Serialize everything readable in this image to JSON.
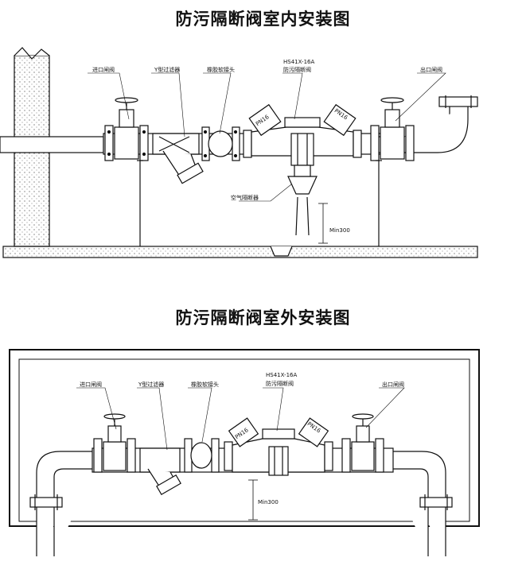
{
  "titles": {
    "indoor": "防污隔断阀室内安装图",
    "outdoor": "防污隔断阀室外安装图"
  },
  "indoor": {
    "labels": {
      "inlet_valve": "进口闸阀",
      "y_strainer": "Y型过滤器",
      "rubber_joint": "橡胶软接头",
      "model": "HS41X-16A",
      "backflow_preventer": "防污隔断阀",
      "outlet_valve": "出口闸阀",
      "air_gap": "空气隔断器"
    },
    "min_clearance": "Min300",
    "valve_marks": [
      "PN16",
      "PN16"
    ]
  },
  "outdoor": {
    "labels": {
      "inlet_valve": "进口闸阀",
      "y_strainer": "Y型过滤器",
      "rubber_joint": "橡胶软接头",
      "model": "HS41X-16A",
      "backflow_preventer": "防污隔断阀",
      "outlet_valve": "出口闸阀"
    },
    "min_clearance": "Min300",
    "valve_marks": [
      "PN16",
      "PN16"
    ]
  }
}
